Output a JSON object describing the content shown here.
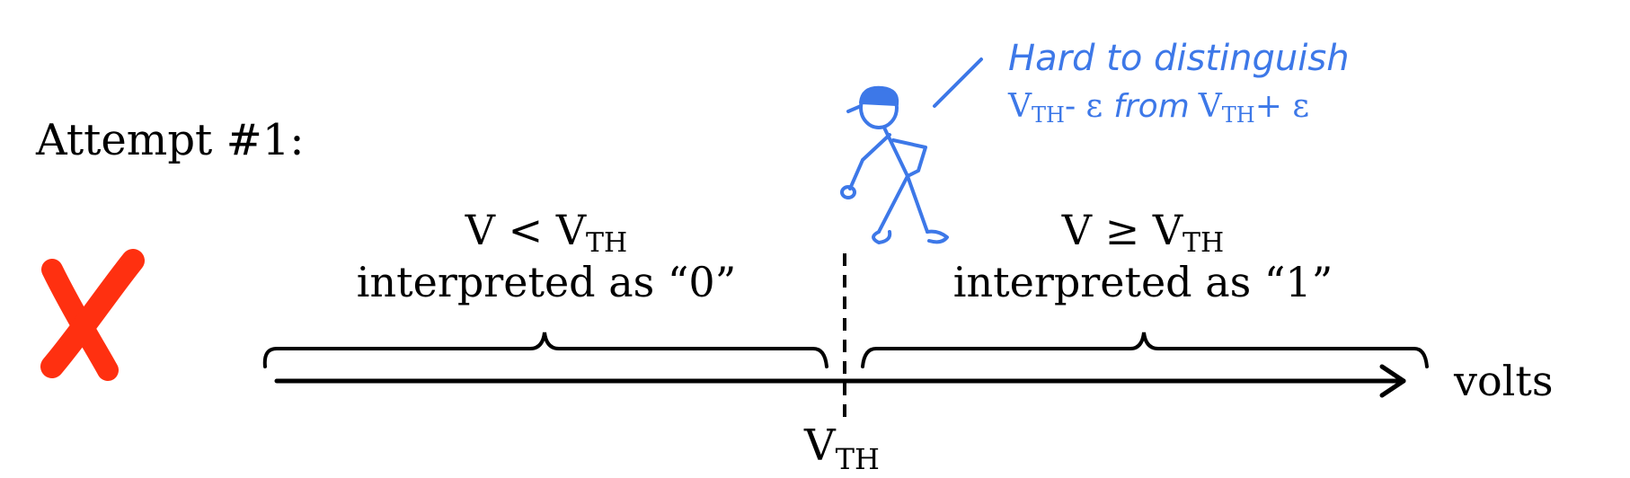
{
  "title": "Attempt #1:",
  "left_region": {
    "condition_var": "V",
    "condition_op": "<",
    "condition_rhs": "V",
    "condition_rhs_sub": "TH",
    "interpretation": "interpreted as “0”"
  },
  "right_region": {
    "condition_var": "V",
    "condition_op": "≥",
    "condition_rhs": "V",
    "condition_rhs_sub": "TH",
    "interpretation": "interpreted as “1”"
  },
  "axis": {
    "label": "volts",
    "threshold_label": "V",
    "threshold_sub": "TH"
  },
  "annotation": {
    "line1": "Hard to distinguish",
    "v1": "V",
    "v1_sub": "TH",
    "minus_eps": "- ε",
    "middle": "from",
    "v2": "V",
    "v2_sub": "TH",
    "plus_eps": "+ ε"
  },
  "colors": {
    "annotation": "#3d78e8",
    "reject_mark": "#ff3010",
    "ink": "#000000"
  },
  "icons": {
    "reject": "red-x-icon",
    "figure": "stick-figure-icon"
  }
}
